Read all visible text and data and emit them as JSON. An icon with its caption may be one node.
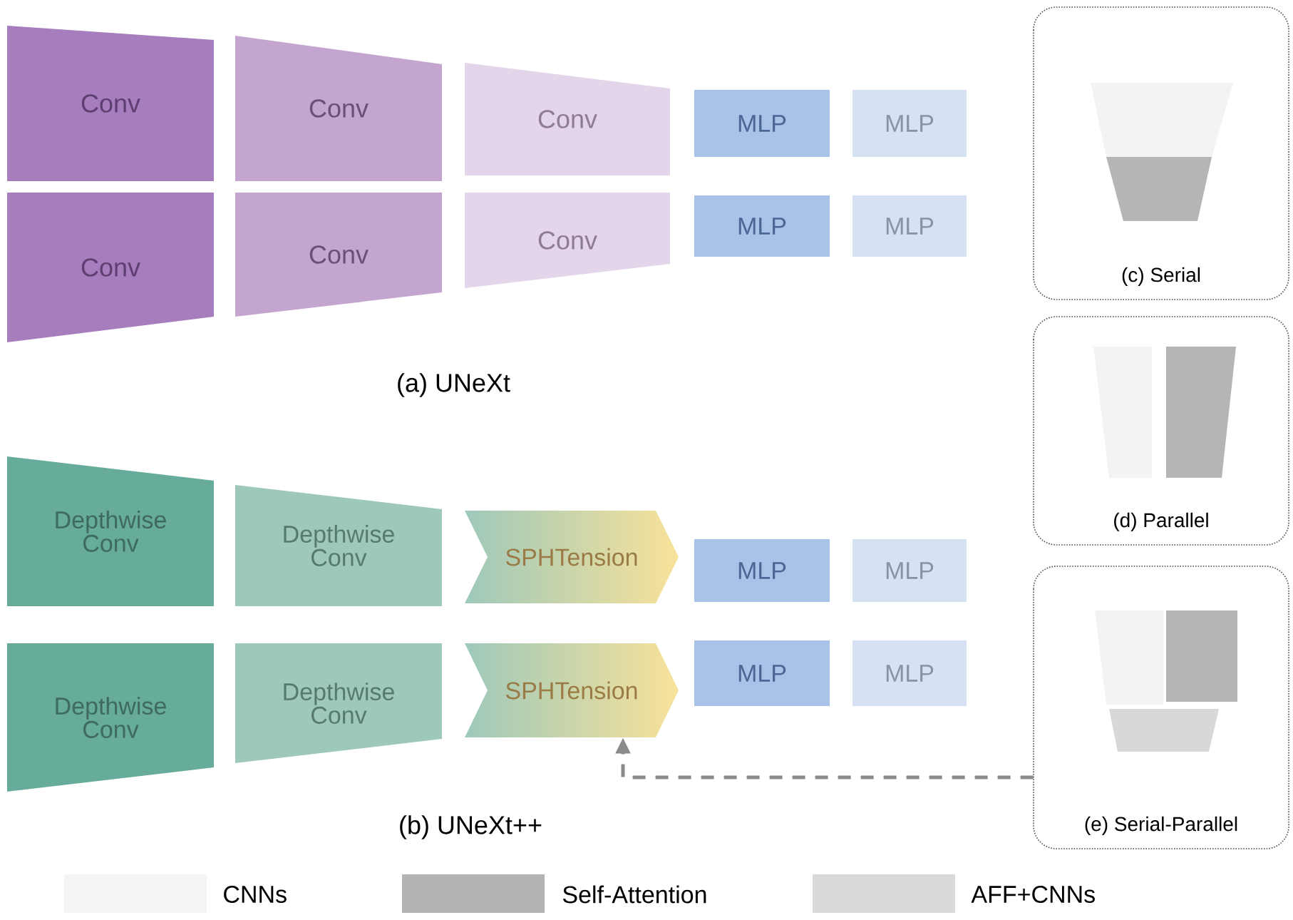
{
  "diagram": {
    "nodes": [
      {
        "text": [
          "Conv"
        ]
      },
      {
        "text": [
          "Conv"
        ]
      },
      {
        "text": [
          "Conv"
        ]
      },
      {
        "text": [
          "MLP"
        ]
      },
      {
        "text": [
          "MLP"
        ]
      },
      {
        "text": [
          "Conv"
        ]
      },
      {
        "text": [
          "Conv"
        ]
      },
      {
        "text": [
          "Conv"
        ]
      },
      {
        "text": [
          "MLP"
        ]
      },
      {
        "text": [
          "MLP"
        ]
      },
      {
        "text": [
          "Depthwise Conv"
        ]
      },
      {
        "text": [
          "Depthwise Conv"
        ]
      },
      {
        "text": [
          "SPHTension"
        ]
      },
      {
        "text": [
          "MLP"
        ]
      },
      {
        "text": [
          "MLP"
        ]
      },
      {
        "text": [
          "Depthwise Conv"
        ]
      },
      {
        "text": [
          "Depthwise Conv"
        ]
      },
      {
        "text": [
          "SPHTension"
        ]
      },
      {
        "text": [
          "MLP"
        ]
      },
      {
        "text": [
          "MLP"
        ]
      },
      {
        "text": [
          "(c) Serial"
        ]
      },
      {
        "text": [
          "(d) Parallel"
        ]
      },
      {
        "text": [
          "(e) Serial-Parallel"
        ]
      }
    ],
    "edges": [
      {
        "from": 22,
        "to": 17,
        "arrow": "to",
        "style": "dashed",
        "color": "#8a8a8a"
      }
    ],
    "labels": [
      "(a) UNeXt",
      "(b) UNeXt++"
    ],
    "legend": [
      {
        "text": "CNNs",
        "color": "#f4f4f4"
      },
      {
        "text": "Self-Attention",
        "color": "#b4b4b4"
      },
      {
        "text": "AFF+CNNs",
        "color": "#d9d9d9"
      }
    ]
  }
}
